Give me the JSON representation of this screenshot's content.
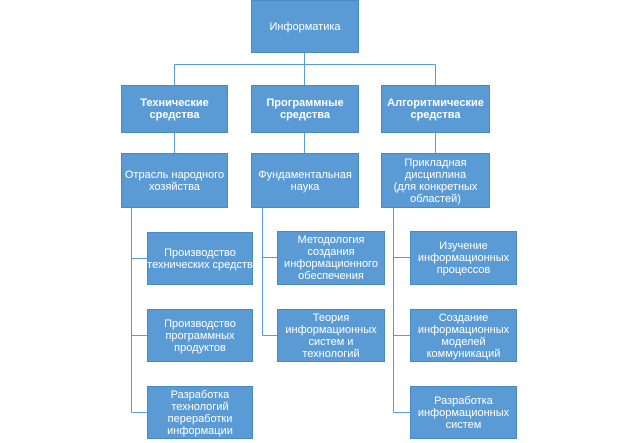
{
  "colors": {
    "box_fill": "#5b9bd5",
    "box_border": "#4a8ac4",
    "box_text": "#ffffff",
    "connector": "#5b9bd5"
  },
  "root": {
    "label": "Информатика"
  },
  "branches": [
    {
      "label": "Технические\nсредства",
      "area": {
        "label": "Отрасль народного\nхозяйства"
      },
      "items": [
        {
          "label": "Производство\nтехнических средств"
        },
        {
          "label": "Производство\nпрограммных\nпродуктов"
        },
        {
          "label": "Разработка\nтехнологий\nпереработки\nинформации"
        }
      ]
    },
    {
      "label": "Программные\nсредства",
      "area": {
        "label": "Фундаментальная\nнаука"
      },
      "items": [
        {
          "label": "Методология\nсоздания\nинформационного\nобеспечения"
        },
        {
          "label": "Теория\nинформационных\nсистем и технологий"
        }
      ]
    },
    {
      "label": "Алгоритмические\nсредства",
      "area": {
        "label": "Прикладная\nдисциплина\n(для конкретных\nобластей)"
      },
      "items": [
        {
          "label": "Изучение\nинформационных\nпроцессов"
        },
        {
          "label": "Создание\nинформационных\nмоделей\nкоммуникаций"
        },
        {
          "label": "Разработка\nинформационных\nсистем"
        }
      ]
    }
  ]
}
